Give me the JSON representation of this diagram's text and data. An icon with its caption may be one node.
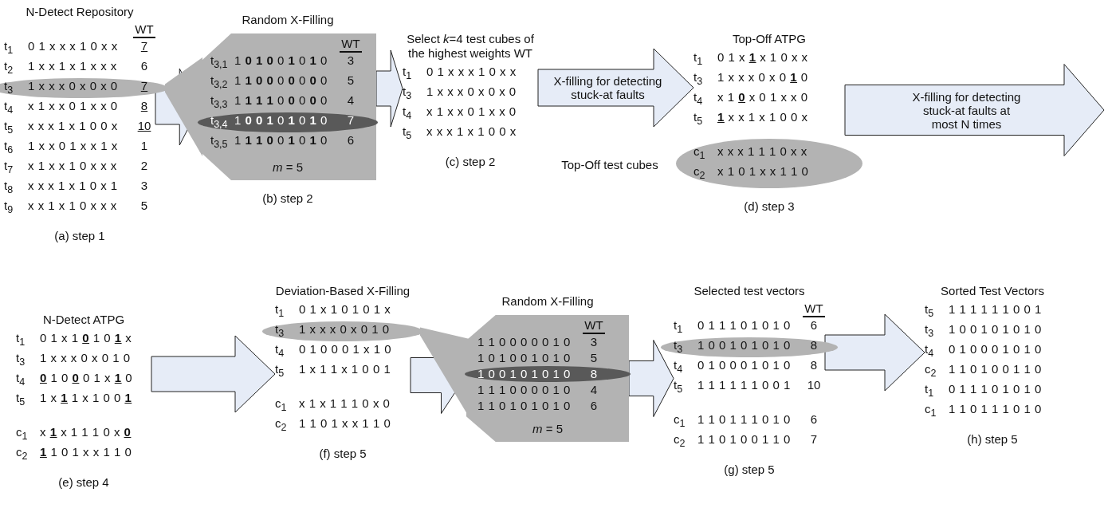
{
  "diagram": {
    "nodes": [
      {
        "text": [
          "N-Detect Repository",
          "WT"
        ],
        "beside": [
          "(a) step 1"
        ]
      },
      {
        "text": [
          "t$_{1}$",
          "0 1 x x x 1 0 x x",
          "**7**"
        ],
        "in": 0
      },
      {
        "text": [
          "t$_{2}$",
          "1 x x 1 x 1 x x x",
          "6"
        ],
        "in": 0
      },
      {
        "text": [
          "t$_{3}$",
          "1 x x x 0 x 0 x 0",
          "**7**"
        ],
        "in": 0
      },
      {
        "text": [
          "t$_{4}$",
          "x 1 x x 0 1 x x 0",
          "**8**"
        ],
        "in": 0
      },
      {
        "text": [
          "t$_{5}$",
          "x x x 1 x 1 0 0 x",
          "**10**"
        ],
        "in": 0
      },
      {
        "text": [
          "t$_{6}$",
          "1 x x 0 1 x x 1 x",
          "1"
        ],
        "in": 0
      },
      {
        "text": [
          "t$_{7}$",
          "x 1 x x 1 0 x x x",
          "2"
        ],
        "in": 0
      },
      {
        "text": [
          "t$_{8}$",
          "x x x 1 x 1 0 x 1",
          "3"
        ],
        "in": 0
      },
      {
        "text": [
          "t$_{9}$",
          "x x 1 x 1 0 x x x",
          "5"
        ],
        "in": 0
      },
      {
        "text": [
          "Random X-Filling",
          "WT",
          "*m* = 5"
        ],
        "beside": [
          "(b) step 2"
        ]
      },
      {
        "text": [
          "t$_{3,1}$",
          "1 **0** **1** **0** 0 **1** 0 **1** 0",
          "3"
        ],
        "in": 10
      },
      {
        "text": [
          "t$_{3,2}$",
          "1 **1** **0** **0** 0 **0** 0 **0** 0",
          "5"
        ],
        "in": 10
      },
      {
        "text": [
          "t$_{3,3}$",
          "1 **1** **1** **1** 0 **0** 0 **0** 0",
          "4"
        ],
        "in": 10
      },
      {
        "text": [
          "t$_{3,4}$",
          "1 **0** **0** **1** 0 **1** 0 **1** 0",
          "7"
        ],
        "in": 10
      },
      {
        "text": [
          "t$_{3,5}$",
          "1 **1** **1** **0** 0 **1** 0 **1** 0",
          "6"
        ],
        "in": 10
      },
      {
        "text": [
          "Select *k*=4 test cubes of the highest weights WT"
        ],
        "beside": [
          "(c) step 2"
        ]
      },
      {
        "text": [
          "t$_{1}$",
          "0 1 x x x 1 0 x x"
        ],
        "in": 16
      },
      {
        "text": [
          "t$_{3}$",
          "1 x x x 0 x 0 x 0"
        ],
        "in": 16
      },
      {
        "text": [
          "t$_{4}$",
          "x 1 x x 0 1 x x 0"
        ],
        "in": 16
      },
      {
        "text": [
          "t$_{5}$",
          "x x x 1 x 1 0 0 x"
        ],
        "in": 16
      },
      {
        "text": [
          "Top-Off ATPG"
        ],
        "beside": [
          "(d) step 3"
        ]
      },
      {
        "text": [
          "t$_{1}$",
          "0 1 x **1** x 1 0 x x"
        ],
        "in": 21
      },
      {
        "text": [
          "t$_{3}$",
          "1 x x x 0 x 0 **1** 0"
        ],
        "in": 21
      },
      {
        "text": [
          "t$_{4}$",
          "x 1 **0** x 0 1 x x 0"
        ],
        "in": 21
      },
      {
        "text": [
          "t$_{5}$",
          "**1** x x 1 x 1 0 0 x"
        ],
        "in": 21
      },
      {
        "text": [],
        "shape": "ellipse",
        "in": 21
      },
      {
        "text": [
          "c$_{1}$",
          "x x x 1 1 1 0 x x"
        ],
        "in": 26
      },
      {
        "text": [
          "c$_{2}$",
          "x 1 0 1 x x 1 1 0"
        ],
        "in": 26
      },
      {
        "text": [
          "N-Detect ATPG"
        ],
        "beside": [
          "(e) step 4"
        ]
      },
      {
        "text": [
          "t$_{1}$",
          "0 1 x 1 **0** 1 0 **1** x"
        ],
        "in": 29
      },
      {
        "text": [
          "t$_{3}$",
          "1 x x x 0 x 0 1 0"
        ],
        "in": 29
      },
      {
        "text": [
          "t$_{4}$",
          "**0** 1 0 **0** 0 1 x **1** 0"
        ],
        "in": 29
      },
      {
        "text": [
          "t$_{5}$",
          "1 x **1** 1 x 1 0 0 **1**"
        ],
        "in": 29
      },
      {
        "text": [
          "c$_{1}$",
          "x **1** x 1 1 1 0 x **0**"
        ],
        "in": 29
      },
      {
        "text": [
          "c$_{2}$",
          "**1** 1 0 1 x x 1 1 0"
        ],
        "in": 29
      },
      {
        "text": [
          "Deviation-Based X-Filling"
        ],
        "beside": [
          "(f) step 5"
        ]
      },
      {
        "text": [
          "t$_{1}$",
          "0 1 x 1 0 1 0 1 x"
        ],
        "in": 36
      },
      {
        "text": [
          "t$_{3}$",
          "1 x x x 0 x 0 1 0"
        ],
        "in": 36
      },
      {
        "text": [
          "t$_{4}$",
          "0 1 0 0 0 1 x 1 0"
        ],
        "in": 36
      },
      {
        "text": [
          "t$_{5}$",
          "1 x 1 1 x 1 0 0 1"
        ],
        "in": 36
      },
      {
        "text": [
          "c$_{1}$",
          "x 1 x 1 1 1 0 x 0"
        ],
        "in": 36
      },
      {
        "text": [
          "c$_{2}$",
          "1 1 0 1 x x 1 1 0"
        ],
        "in": 36
      },
      {
        "text": [
          "Random X-Filling",
          "WT",
          "*m* = 5"
        ]
      },
      {
        "text": [
          "1 1 0 0 0 0 0 1 0",
          "3"
        ],
        "in": 43
      },
      {
        "text": [
          "1 0 1 0 0 1 0 1 0",
          "5"
        ],
        "in": 43
      },
      {
        "text": [
          "1 0 0 1 0 1 0 1 0",
          "8"
        ],
        "in": 43
      },
      {
        "text": [
          "1 1 1 0 0 0 0 1 0",
          "4"
        ],
        "in": 43
      },
      {
        "text": [
          "1 1 0 1 0 1 0 1 0",
          "6"
        ],
        "in": 43
      },
      {
        "text": [
          "Selected test vectors",
          "WT"
        ],
        "beside": [
          "(g) step 5"
        ]
      },
      {
        "text": [
          "t$_{1}$",
          "0 1 1 1 0 1 0 1 0",
          "6"
        ],
        "in": 49
      },
      {
        "text": [
          "t$_{3}$",
          "1 0 0 1 0 1 0 1 0",
          "8"
        ],
        "in": 49
      },
      {
        "text": [
          "t$_{4}$",
          "0 1 0 0 0 1 0 1 0",
          "8"
        ],
        "in": 49
      },
      {
        "text": [
          "t$_{5}$",
          "1 1 1 1 1 1 0 0 1",
          "10"
        ],
        "in": 49
      },
      {
        "text": [
          "c$_{1}$",
          "1 1 0 1 1 1 0 1 0",
          "6"
        ],
        "in": 49
      },
      {
        "text": [
          "c$_{2}$",
          "1 1 0 1 0 0 1 1 0",
          "7"
        ],
        "in": 49
      },
      {
        "text": [
          "Sorted Test Vectors"
        ],
        "beside": [
          "(h) step 5"
        ]
      },
      {
        "text": [
          "t$_{5}$",
          "1 1 1 1 1 1 0 0 1"
        ],
        "in": 56
      },
      {
        "text": [
          "t$_{3}$",
          "1 0 0 1 0 1 0 1 0"
        ],
        "in": 56
      },
      {
        "text": [
          "t$_{4}$",
          "0 1 0 0 0 1 0 1 0"
        ],
        "in": 56
      },
      {
        "text": [
          "c$_{2}$",
          "1 1 0 1 0 0 1 1 0"
        ],
        "in": 56
      },
      {
        "text": [
          "t$_{1}$",
          "0 1 1 1 0 1 0 1 0"
        ],
        "in": 56
      },
      {
        "text": [
          "c$_{1}$",
          "1 1 0 1 1 1 0 1 0"
        ],
        "in": 56
      }
    ],
    "edges": [
      {
        "from": 0,
        "to": 10,
        "arrow": "to"
      },
      {
        "from": 3,
        "to": 10,
        "arrow": "none",
        "color": "#b3b3b3"
      },
      {
        "from": 10,
        "to": 16,
        "arrow": "to"
      },
      {
        "from": 16,
        "to": 21,
        "arrow": "to",
        "label": "X-filling for detecting stuck-at faults"
      },
      {
        "from": 21,
        "to": null,
        "arrow": "to",
        "label": "X-filling for detecting stuck-at faults at most N times"
      },
      {
        "from": 29,
        "to": 36,
        "arrow": "to"
      },
      {
        "from": 36,
        "to": 43,
        "arrow": "to"
      },
      {
        "from": 38,
        "to": 43,
        "arrow": "none",
        "color": "#b3b3b3"
      },
      {
        "from": 43,
        "to": 49,
        "arrow": "to"
      },
      {
        "from": 49,
        "to": 56,
        "arrow": "to"
      }
    ],
    "labels": [
      "Top-Off test cubes"
    ]
  }
}
